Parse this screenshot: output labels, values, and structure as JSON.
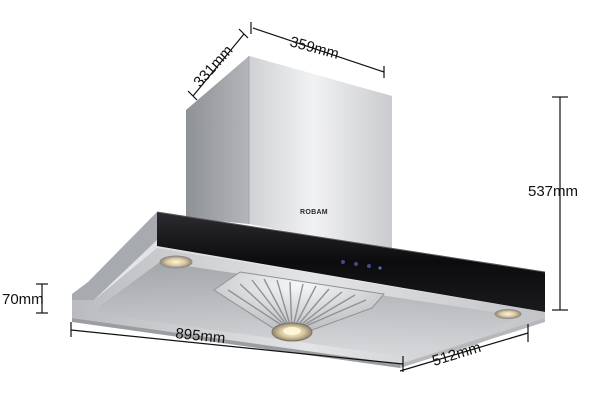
{
  "product": {
    "brand": "ROBAM"
  },
  "dimensions": {
    "chimney_depth": "331mm",
    "chimney_width": "359mm",
    "total_height": "537mm",
    "canopy_height": "70mm",
    "canopy_width": "895mm",
    "canopy_depth": "512mm"
  },
  "colors": {
    "steel_light": "#e6e7e9",
    "steel_mid": "#c4c6c9",
    "steel_dark": "#8f9296",
    "glass": "#0c0c0e",
    "accent_glass_edge": "#5a5a60",
    "dimension_line": "#111111"
  },
  "icons": [
    "control-buttons",
    "center-fan-light",
    "side-lamps"
  ]
}
